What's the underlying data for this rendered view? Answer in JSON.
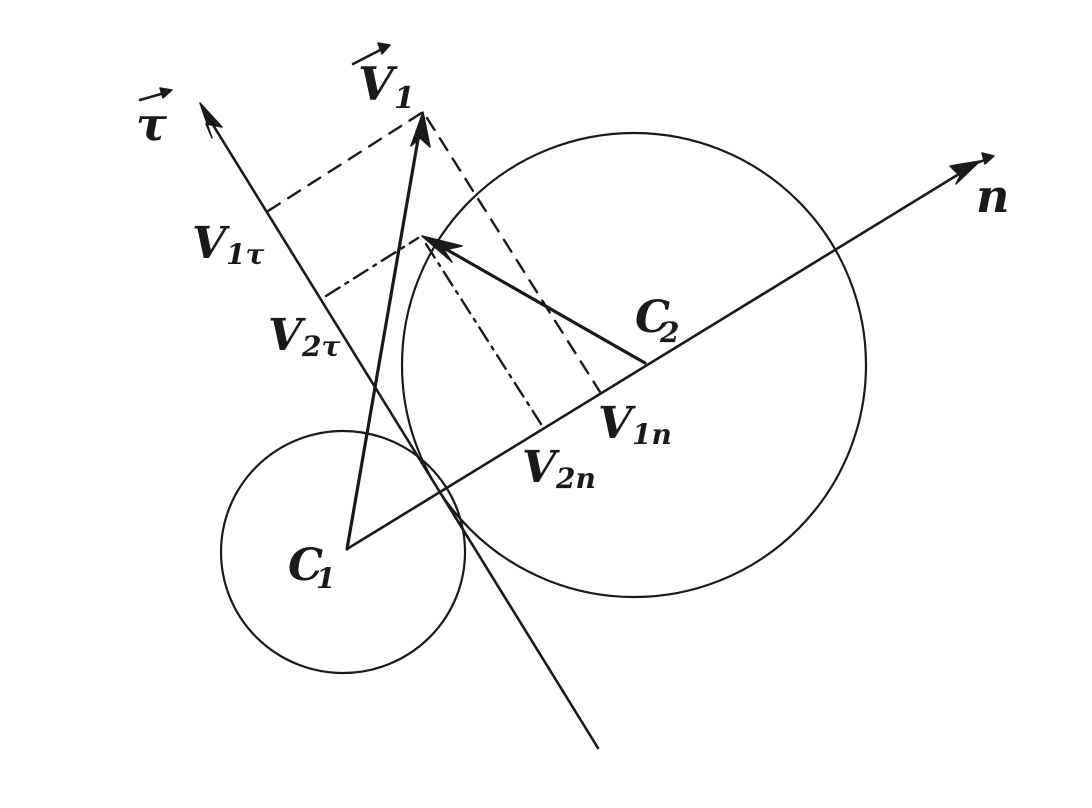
{
  "diagram": {
    "labels": {
      "tau_axis": "τ",
      "n_axis": "n",
      "v1": "V",
      "v1_sub": "1",
      "c1": "C",
      "c1_sub": "1",
      "c2": "C",
      "c2_sub": "2",
      "v1_tau": "V",
      "v1_tau_sub": "1τ",
      "v2_tau": "V",
      "v2_tau_sub": "2τ",
      "v1_n": "V",
      "v1_n_sub": "1n",
      "v2_n": "V",
      "v2_n_sub": "2n"
    },
    "colors": {
      "ink": "#1a1a1a",
      "background": "#ffffff"
    }
  }
}
